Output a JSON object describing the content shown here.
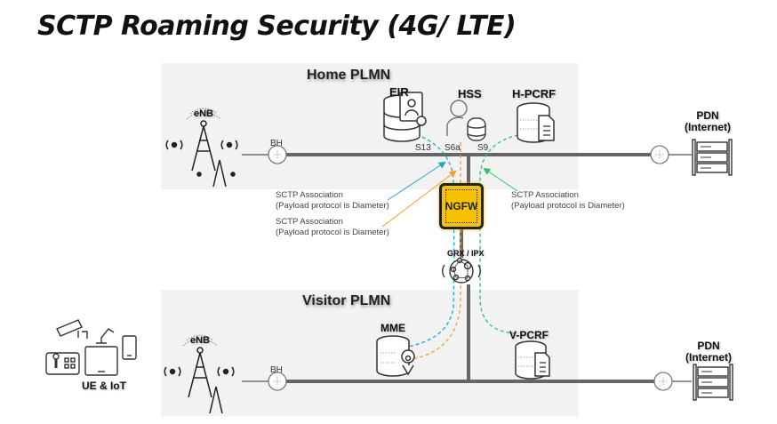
{
  "title": "SCTP Roaming Security (4G/ LTE)",
  "home": {
    "title": "Home PLMN",
    "enb_label": "eNB",
    "bh_label": "BH",
    "nodes": {
      "eir": "EIR",
      "hss": "HSS",
      "hpcrf": "H-PCRF"
    },
    "interfaces": {
      "s13": "S13",
      "s6a": "S6a",
      "s9": "S9"
    },
    "pdn_label_line1": "PDN",
    "pdn_label_line2": "(Internet)"
  },
  "annotations": [
    {
      "line1": "SCTP Association",
      "line2": "(Payload protocol is Diameter)",
      "color": "#1aa7c9"
    },
    {
      "line1": "SCTP Association",
      "line2": "(Payload protocol is Diameter)",
      "color": "#f4a02a"
    },
    {
      "line1": "SCTP Association",
      "line2": "(Payload protocol is Diameter)",
      "color": "#2bc46b"
    }
  ],
  "ngfw_label": "NGFW",
  "grx_label": "GRX / IPX",
  "visitor": {
    "title": "Visitor PLMN",
    "enb_label": "eNB",
    "bh_label": "BH",
    "nodes": {
      "mme": "MME",
      "vpcrf": "V-PCRF"
    },
    "pdn_label_line1": "PDN",
    "pdn_label_line2": "(Internet)"
  },
  "ue_label": "UE & IoT",
  "colors": {
    "s13_link": "#1aa7c9",
    "s6a_link": "#f4a02a",
    "s9_link": "#2bc46b",
    "ngfw": "#f7c300",
    "panel": "#f2f2f2",
    "backbone": "#666666"
  }
}
